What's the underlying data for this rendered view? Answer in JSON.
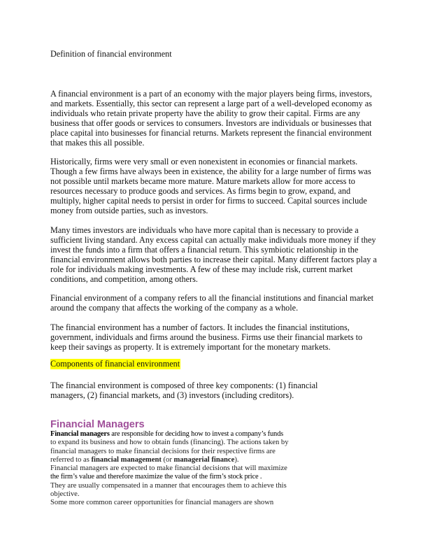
{
  "document": {
    "title": "Definition of financial environment",
    "paragraphs": [
      "A financial environment is a part of an economy with the major players being firms, investors, and markets. Essentially, this sector can represent a large part of a well-developed economy as individuals who retain private property have the ability to grow their capital. Firms are any business that offer goods or services to consumers. Investors are individuals or businesses that place capital into businesses for financial returns. Markets represent the financial environment that makes this all possible.",
      "Historically, firms were very small or even nonexistent in economies or financial markets. Though a few firms have always been in existence, the ability for a large number of firms was not possible until markets became more mature. Mature markets allow for more access to resources necessary to produce goods and services. As firms begin to grow, expand, and multiply, higher capital needs to persist in order for firms to succeed. Capital sources include money from outside parties, such as investors.",
      "Many times investors are individuals who have more capital than is necessary to provide a sufficient living standard. Any excess capital can actually make individuals more money if they invest the funds into a firm that offers a financial return. This symbiotic relationship in the financial environment allows both parties to increase their capital. Many different factors play a role for individuals making investments. A few of these may include risk, current market conditions, and competition, among others.",
      "Financial environment of a company refers to all the financial institutions and financial market around the company that affects the working of the company as a whole.",
      "The financial environment has a number of factors. It includes the financial institutions, government, individuals and firms around the business. Firms use their financial markets to keep their savings as property. It is extremely important for the monetary markets."
    ],
    "components_heading": "Components of financial environment",
    "components_text": "The financial environment is composed of three key components: (1) financial managers, (2) financial markets, and (3) investors (including creditors).",
    "financial_managers": {
      "heading": "Financial Managers",
      "heading_color": "#a0509a",
      "line1": "Financial managers are responsible for deciding how to invest a company’s funds",
      "line2": "to expand its business and how to obtain funds (financing). The actions taken by",
      "line3": "financial managers to make financial decisions for their respective firms are",
      "line4_prefix": "referred to as ",
      "line4_bold1": "financial management",
      "line4_mid": " (or ",
      "line4_bold2": "managerial finance",
      "line4_suffix": ").",
      "line5": "Financial managers are expected to make financial decisions that will maximize",
      "line6": "the firm’s value and therefore maximize the value of the firm’s stock price .",
      "line7": "They are usually compensated in a manner that encourages them to achieve this",
      "line8": "objective.",
      "line9": "Some more common career opportunities for financial managers are shown"
    },
    "highlight_color": "#ffff00"
  }
}
